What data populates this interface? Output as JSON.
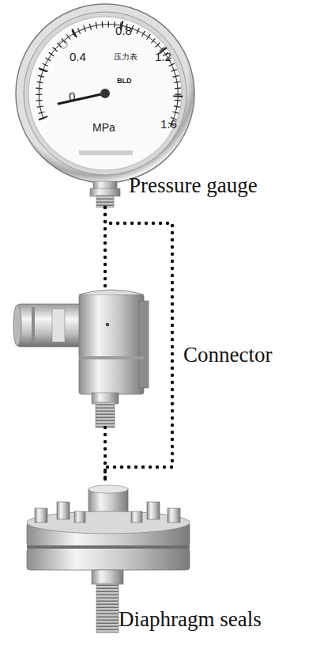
{
  "diagram": {
    "nodes": [
      {
        "text": [
          "Pressure gauge"
        ]
      },
      {
        "text": [
          "Connector"
        ]
      },
      {
        "text": [
          "Diaphragm seals"
        ]
      }
    ],
    "edges": [
      {
        "from": 0,
        "to": 1,
        "arrow": "none"
      },
      {
        "from": 1,
        "to": 2,
        "arrow": "none"
      },
      {
        "from": 0,
        "to": 2,
        "arrow": "none"
      }
    ],
    "labels": [
      "0.8",
      "0.4",
      "1.2",
      "压力表",
      "0",
      "MPa",
      "1.6",
      "BLD"
    ]
  }
}
